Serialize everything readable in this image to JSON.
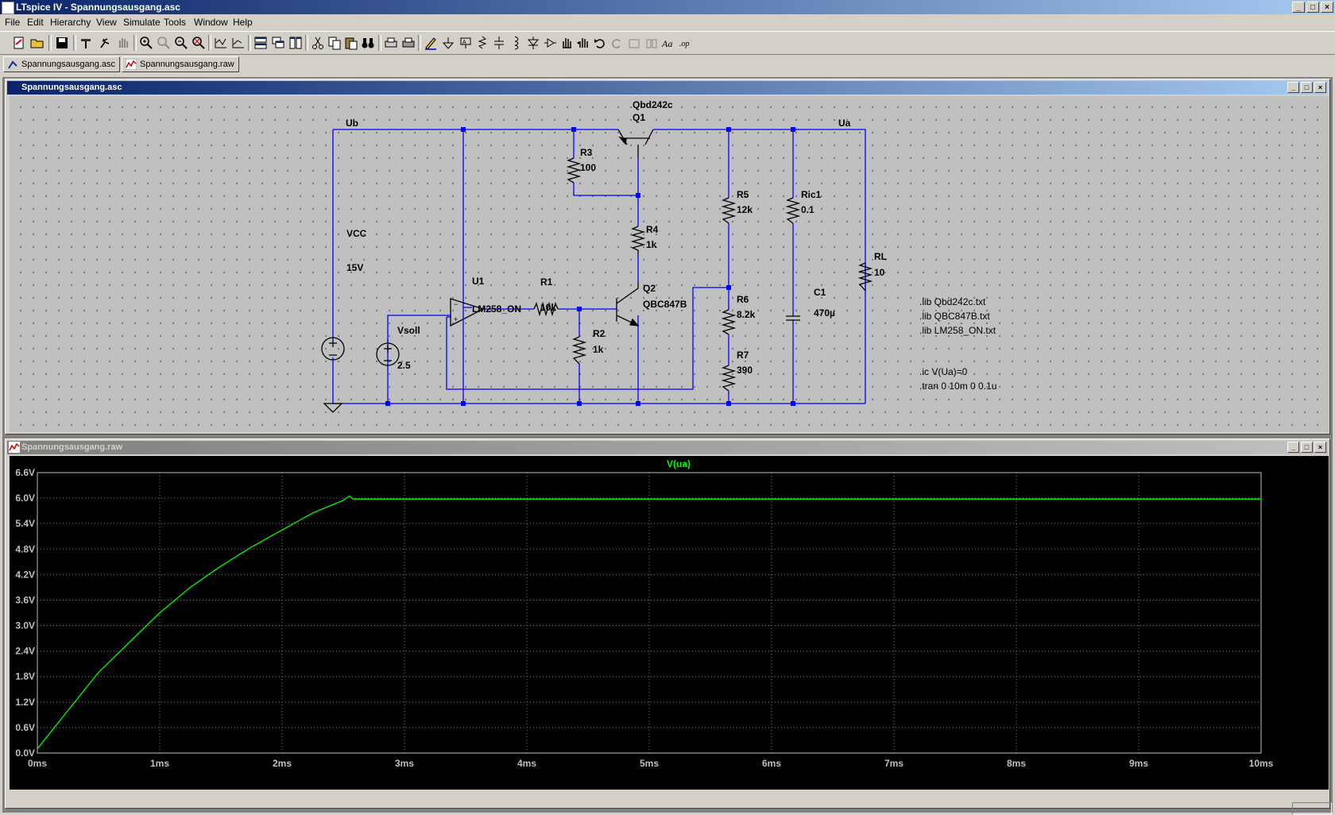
{
  "app": {
    "title": "LTspice IV - Spannungsausgang.asc"
  },
  "menu": [
    "File",
    "Edit",
    "Hierarchy",
    "View",
    "Simulate",
    "Tools",
    "Window",
    "Help"
  ],
  "tabs": [
    {
      "label": "Spannungsausgang.asc",
      "icon": "schematic-icon"
    },
    {
      "label": "Spannungsausgang.raw",
      "icon": "waveform-icon"
    }
  ],
  "schematic_window": {
    "title": "Spannungsausgang.asc"
  },
  "plot_window": {
    "title": "Spannungsausgang.raw"
  },
  "schematic": {
    "nets": {
      "ub": "Ub",
      "ua": "Ua"
    },
    "components": {
      "q1": {
        "model": "Qbd242c",
        "name": "Q1"
      },
      "r3": {
        "name": "R3",
        "value": "100"
      },
      "r4": {
        "name": "R4",
        "value": "1k"
      },
      "r5": {
        "name": "R5",
        "value": "12k"
      },
      "ric1": {
        "name": "Ric1",
        "value": "0.1"
      },
      "vcc": {
        "name": "VCC",
        "value": "15V"
      },
      "rl": {
        "name": "RL",
        "value": "10"
      },
      "u1": {
        "name": "U1",
        "model": "LM258_ON"
      },
      "r1": {
        "name": "R1",
        "value": "10k"
      },
      "q2": {
        "name": "Q2",
        "model": "QBC847B"
      },
      "r6": {
        "name": "R6",
        "value": "8.2k"
      },
      "c1": {
        "name": "C1",
        "value": "470µ"
      },
      "vsoll": {
        "name": "Vsoll",
        "value": "2.5"
      },
      "r2": {
        "name": "R2",
        "value": "1k"
      },
      "r7": {
        "name": "R7",
        "value": "390"
      }
    },
    "directives": [
      ".lib Qbd242c.txt",
      ".lib QBC847B.txt",
      ".lib LM258_ON.txt",
      ".ic V(Ua)=0",
      ".tran 0 10m 0 0.1u"
    ]
  },
  "chart_data": {
    "type": "line",
    "title": "V(ua)",
    "x_ticks": [
      "0ms",
      "1ms",
      "2ms",
      "3ms",
      "4ms",
      "5ms",
      "6ms",
      "7ms",
      "8ms",
      "9ms",
      "10ms"
    ],
    "y_ticks": [
      "0.0V",
      "0.6V",
      "1.2V",
      "1.8V",
      "2.4V",
      "3.0V",
      "3.6V",
      "4.2V",
      "4.8V",
      "5.4V",
      "6.0V",
      "6.6V"
    ],
    "xlim": [
      0,
      10
    ],
    "ylim": [
      0,
      6.6
    ],
    "grid": true,
    "series": [
      {
        "name": "V(ua)",
        "color": "#00ff00",
        "x": [
          0,
          0.25,
          0.5,
          0.75,
          1.0,
          1.25,
          1.5,
          1.75,
          2.0,
          2.25,
          2.5,
          2.55,
          2.58,
          3,
          5,
          7.5,
          10
        ],
        "y": [
          0.1,
          1.0,
          1.9,
          2.6,
          3.3,
          3.9,
          4.4,
          4.85,
          5.25,
          5.65,
          5.95,
          6.05,
          5.98,
          5.98,
          5.98,
          5.98,
          5.98
        ]
      }
    ]
  }
}
